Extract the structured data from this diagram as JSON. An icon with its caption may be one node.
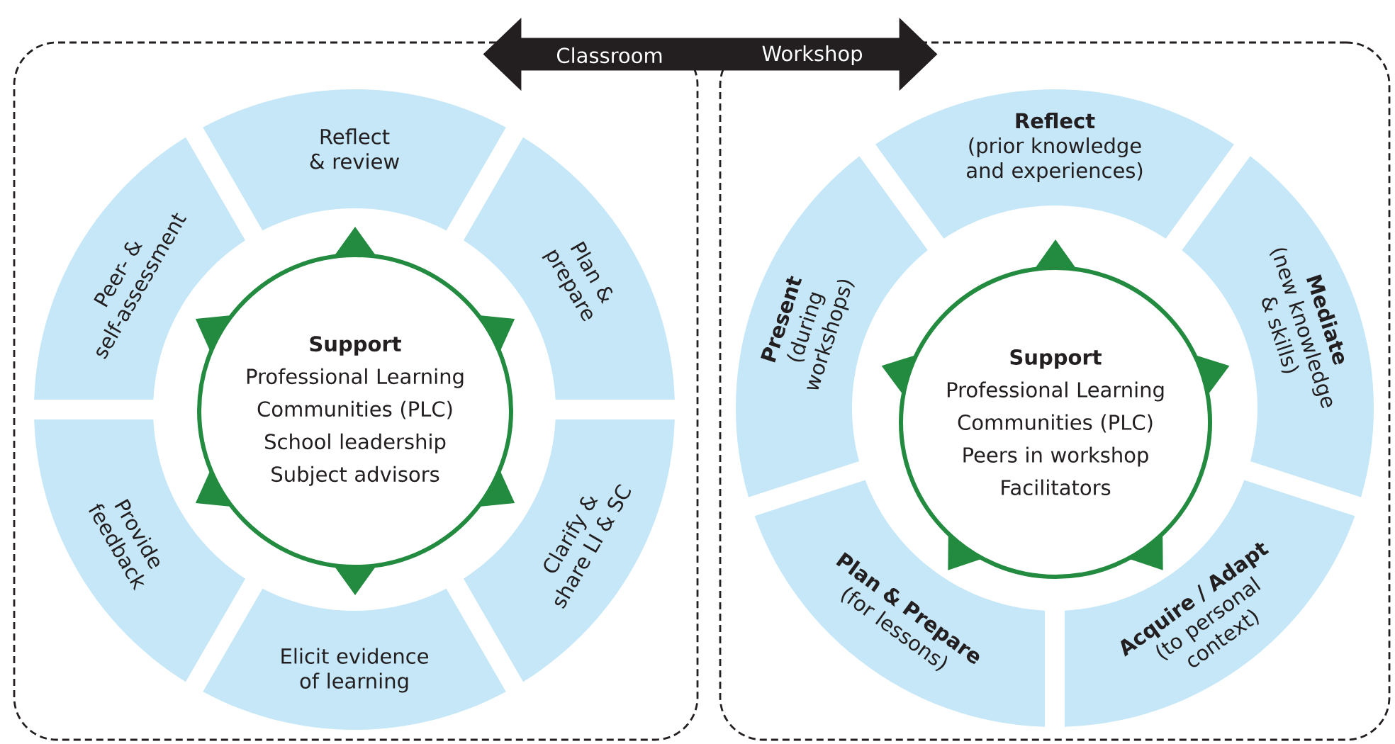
{
  "diagram": {
    "nodes": [
      {
        "text": [],
        "shape": "box"
      },
      {
        "text": [
          "Reflect & review"
        ],
        "in": 0
      },
      {
        "text": [
          "Plan & prepare"
        ],
        "in": 0
      },
      {
        "text": [
          "Clarify & share LI & SC"
        ],
        "in": 0
      },
      {
        "text": [
          "Elicit evidence of learning"
        ],
        "in": 0
      },
      {
        "text": [
          "Provide feedback"
        ],
        "in": 0
      },
      {
        "text": [
          "Peer- & self-assessment"
        ],
        "in": 0
      },
      {
        "text": [
          "Support",
          "Professional Learning Communities (PLC)",
          "School leadership",
          "Subject advisors"
        ],
        "in": 0
      },
      {
        "text": [],
        "shape": "box"
      },
      {
        "text": [
          "Reflect",
          "(prior knowledge and experiences)"
        ],
        "in": 8
      },
      {
        "text": [
          "Mediate",
          "(new knowledge & skills)"
        ],
        "in": 8
      },
      {
        "text": [
          "Acquire / Adapt",
          "(to personal context)"
        ],
        "in": 8
      },
      {
        "text": [
          "Plan & Prepare",
          "(for lessons)"
        ],
        "in": 8
      },
      {
        "text": [
          "Present",
          "(during workshops)"
        ],
        "in": 8
      },
      {
        "text": [
          "Support",
          "Professional Learning Communities (PLC)",
          "Peers in workshop",
          "Facilitators"
        ],
        "in": 8
      }
    ],
    "edges": [
      {
        "from": 0,
        "to": 8,
        "arrow": "both"
      }
    ],
    "labels": [
      "Classroom",
      "Workshop"
    ]
  }
}
